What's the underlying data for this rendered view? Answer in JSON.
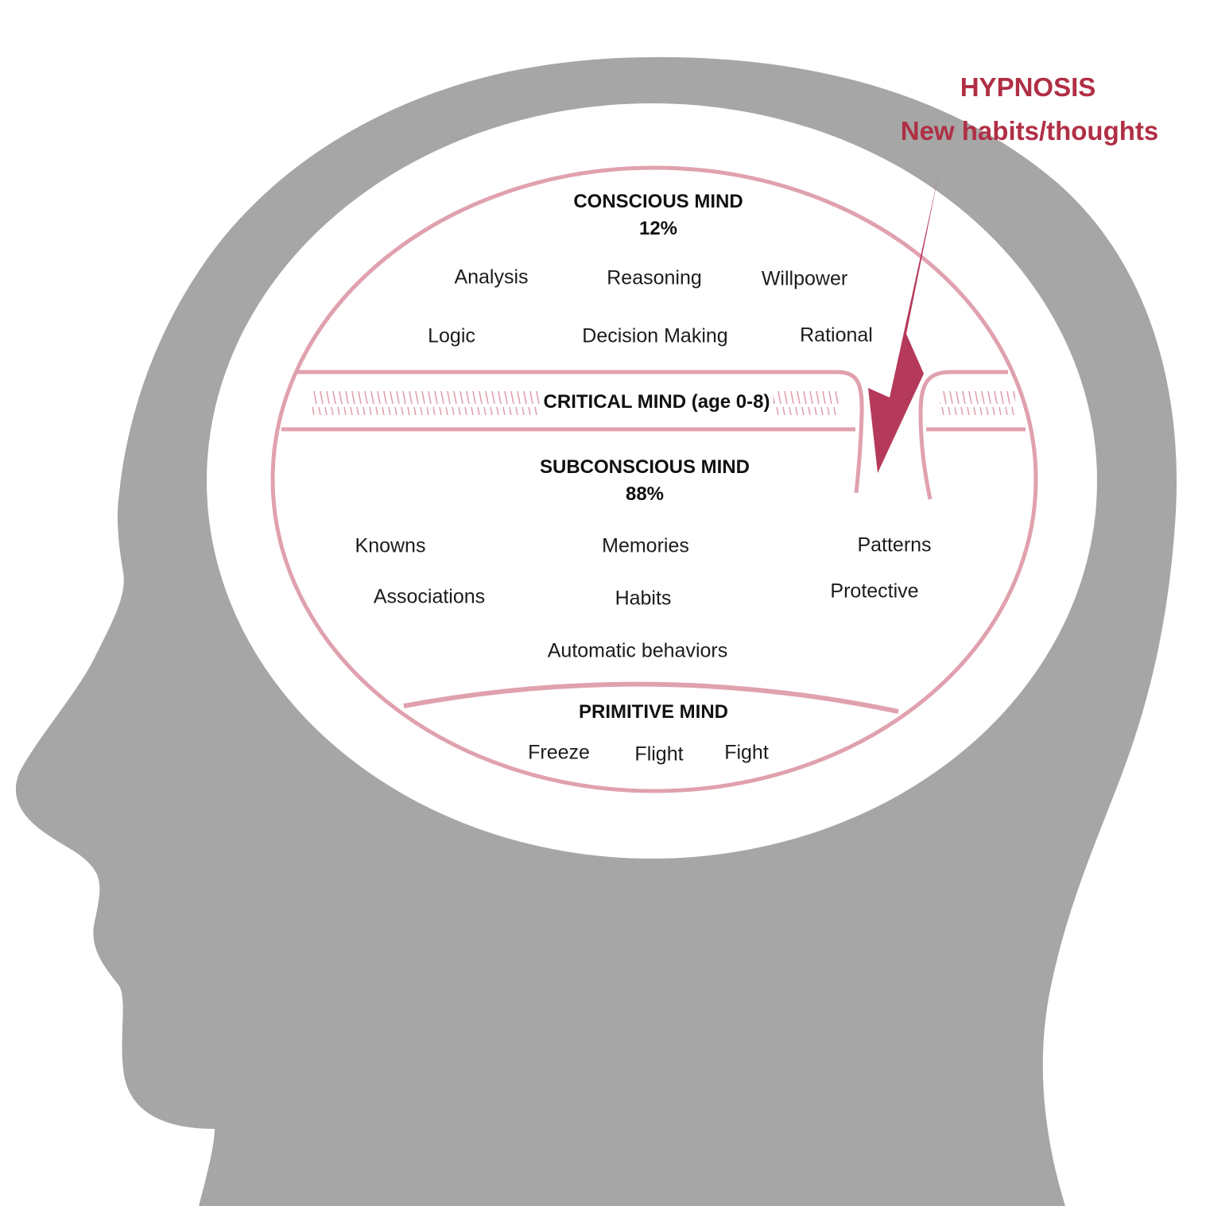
{
  "colors": {
    "head": "#a6a6a6",
    "outline": "#e0a1ae",
    "arrow": "#b5395a",
    "hypnosis_text": "#b02f45"
  },
  "hypnosis": {
    "title": "HYPNOSIS",
    "subtitle": "New habits/thoughts"
  },
  "conscious": {
    "title": "CONSCIOUS MIND",
    "percent": "12%",
    "items": [
      "Analysis",
      "Reasoning",
      "Willpower",
      "Logic",
      "Decision Making",
      "Rational"
    ]
  },
  "critical": {
    "title": "CRITICAL MIND (age 0-8)"
  },
  "subconscious": {
    "title": "SUBCONSCIOUS MIND",
    "percent": "88%",
    "items": [
      "Knowns",
      "Memories",
      "Patterns",
      "Associations",
      "Habits",
      "Protective",
      "Automatic behaviors"
    ]
  },
  "primitive": {
    "title": "PRIMITIVE MIND",
    "items": [
      "Freeze",
      "Flight",
      "Fight"
    ]
  }
}
